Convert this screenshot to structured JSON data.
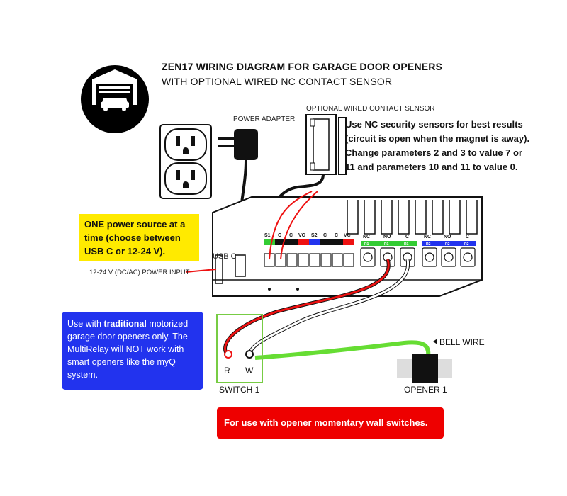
{
  "title": "ZEN17 WIRING DIAGRAM FOR GARAGE DOOR OPENERS",
  "subtitle": "WITH OPTIONAL WIRED NC CONTACT SENSOR",
  "power_adapter_label": "POWER ADAPTER",
  "contact_sensor_label": "OPTIONAL WIRED CONTACT SENSOR",
  "sensor_note": "Use NC security sensors for best results (circuit is open when the magnet is away). Change parameters 2 and 3 to value 7 or 11 and parameters 10 and 11 to value 0.",
  "power_note_prefix": "ONE",
  "power_note": " power source at a time (choose between USB C or 12-24 V).",
  "usb_label": "USB C",
  "power_input_label": "12-24 V (DC/AC) POWER INPUT",
  "terminals_left": [
    "S1",
    "C",
    "C",
    "VC",
    "S2",
    "C",
    "C",
    "VC"
  ],
  "terminals_r1": [
    "NC",
    "NO",
    "C"
  ],
  "terminals_r2": [
    "NC",
    "NO",
    "C"
  ],
  "relay_tags": [
    "R1",
    "R1",
    "R1",
    "R2",
    "R2",
    "R2"
  ],
  "blue_note_1": "Use with ",
  "blue_note_bold": "traditional",
  "blue_note_2": " motorized garage door openers only. The MultiRelay will NOT work with smart openers like the myQ system.",
  "switch_r": "R",
  "switch_w": "W",
  "switch_label": "SWITCH 1",
  "bell_wire_label": "BELL WIRE",
  "opener_label": "OPENER 1",
  "red_note": "For use with opener momentary wall switches.",
  "colors": {
    "red_wire": "#ee1111",
    "white_wire": "#ffffff",
    "bell_wire": "#66dd33",
    "switch_border": "#77cc44",
    "blue_note_bg": "#2233ee",
    "yellow_note_bg": "#ffea00",
    "red_note_bg": "#ee0000"
  }
}
